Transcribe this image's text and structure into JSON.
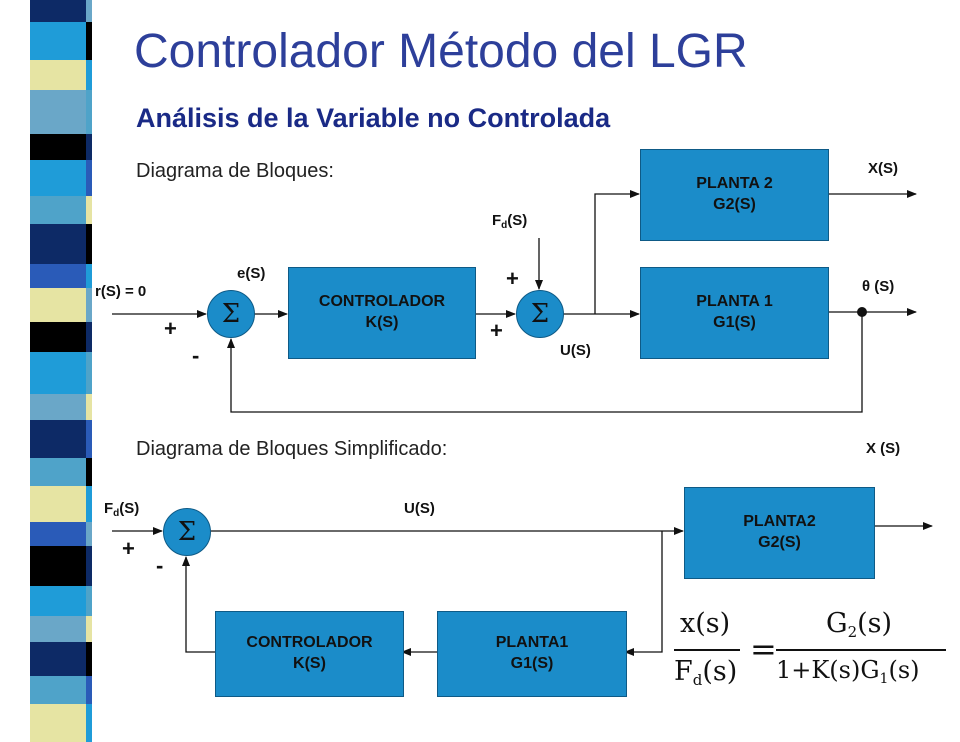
{
  "title": "Controlador Método del LGR",
  "subtitle": "Análisis de la Variable no Controlada",
  "section1": {
    "heading": "Diagrama de Bloques:"
  },
  "section2": {
    "heading": "Diagrama de Bloques Simplificado:"
  },
  "colors": {
    "block_fill": "#1b8cc9",
    "title": "#2d3f9a",
    "stripe_palette": [
      "#0d2a66",
      "#1f9cd8",
      "#e6e4a3",
      "#6aa7c8",
      "#000000",
      "#4fa3c9",
      "#2a5bb8"
    ]
  },
  "diagram1": {
    "sum_symbol": "Σ",
    "controller": {
      "line1": "CONTROLADOR",
      "line2": "K(S)"
    },
    "plant1": {
      "line1": "PLANTA 1",
      "line2": "G1(S)"
    },
    "plant2": {
      "line1": "PLANTA 2",
      "line2": "G2(S)"
    },
    "labels": {
      "r": "r(S)  = 0",
      "e": "e(S)",
      "fd_main": "F",
      "fd_sub": "d",
      "fd_rest": "(S)",
      "u": "U(S)",
      "x": "X(S)",
      "theta": "θ  (S)"
    },
    "signs": {
      "s1_plus": "+",
      "s1_minus": "-",
      "s2_top": "+",
      "s2_left": "+"
    }
  },
  "diagram2": {
    "sum_symbol": "Σ",
    "plant2": {
      "line1": "PLANTA2",
      "line2": "G2(S)"
    },
    "controller": {
      "line1": "CONTROLADOR",
      "line2": "K(S)"
    },
    "plant1": {
      "line1": "PLANTA1",
      "line2": "G1(S)"
    },
    "labels": {
      "fd_main": "F",
      "fd_sub": "d",
      "fd_rest": "(S)",
      "u": "U(S)",
      "x": "X (S)"
    },
    "signs": {
      "plus": "+",
      "minus": "-"
    }
  },
  "equation": {
    "lhs_num": "x(s)",
    "lhs_den_main": "F",
    "lhs_den_sub": "d",
    "lhs_den_rest": "(s)",
    "equals": "=",
    "rhs_num_main": "G",
    "rhs_num_sub": "2",
    "rhs_num_rest": "(s)",
    "rhs_den_a": "1+K(s)G",
    "rhs_den_sub": "1",
    "rhs_den_rest": "(s)"
  }
}
